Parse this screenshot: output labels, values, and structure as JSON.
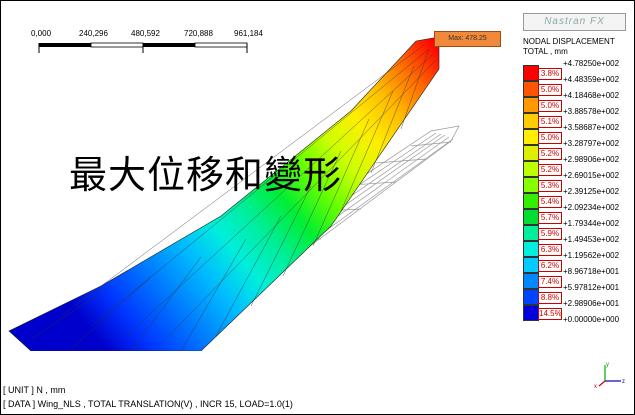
{
  "scale": {
    "labels": [
      "0,000",
      "240,296",
      "480,592",
      "720,888",
      "961,184"
    ]
  },
  "overlay_title": "最大位移和變形",
  "max_tag": "Max: 478.25",
  "legend": {
    "brand": "Nastran FX",
    "title_line1": "NODAL DISPLACEMENT",
    "title_line2": "TOTAL , mm",
    "bins": [
      {
        "color": "#ff0000",
        "pct": "3.8%"
      },
      {
        "color": "#ff5500",
        "pct": "5.0%"
      },
      {
        "color": "#ff9900",
        "pct": "5.0%"
      },
      {
        "color": "#ffcc00",
        "pct": "5.1%"
      },
      {
        "color": "#ffee00",
        "pct": "5.0%"
      },
      {
        "color": "#ddee00",
        "pct": "5.2%"
      },
      {
        "color": "#bbff00",
        "pct": "5.2%"
      },
      {
        "color": "#88ff00",
        "pct": "5.3%"
      },
      {
        "color": "#33ee00",
        "pct": "5.4%"
      },
      {
        "color": "#00dd33",
        "pct": "5.7%"
      },
      {
        "color": "#00ee99",
        "pct": "5.9%"
      },
      {
        "color": "#00eedd",
        "pct": "6.3%"
      },
      {
        "color": "#00ccff",
        "pct": "6.2%"
      },
      {
        "color": "#0088ff",
        "pct": "7.4%"
      },
      {
        "color": "#0044ff",
        "pct": "8.8%"
      },
      {
        "color": "#0000dd",
        "pct": "14.5%"
      }
    ],
    "ticks": [
      "+4.78250e+002",
      "+4.48359e+002",
      "+4.18468e+002",
      "+3.88578e+002",
      "+3.58687e+002",
      "+3.28797e+002",
      "+2.98906e+002",
      "+2.69015e+002",
      "+2.39125e+002",
      "+2.09234e+002",
      "+1.79344e+002",
      "+1.49453e+002",
      "+1.19562e+002",
      "+8.96718e+001",
      "+5.97812e+001",
      "+2.98906e+001",
      "+0.00000e+000"
    ]
  },
  "axis": {
    "x": "x",
    "y": "y",
    "z": "z"
  },
  "footer": {
    "line1": "[ UNIT ]  N  ,  mm",
    "line2": "[ DATA ]  Wing_NLS  ,   TOTAL TRANSLATION(V)  ,  INCR 15, LOAD=1.0(1)"
  }
}
